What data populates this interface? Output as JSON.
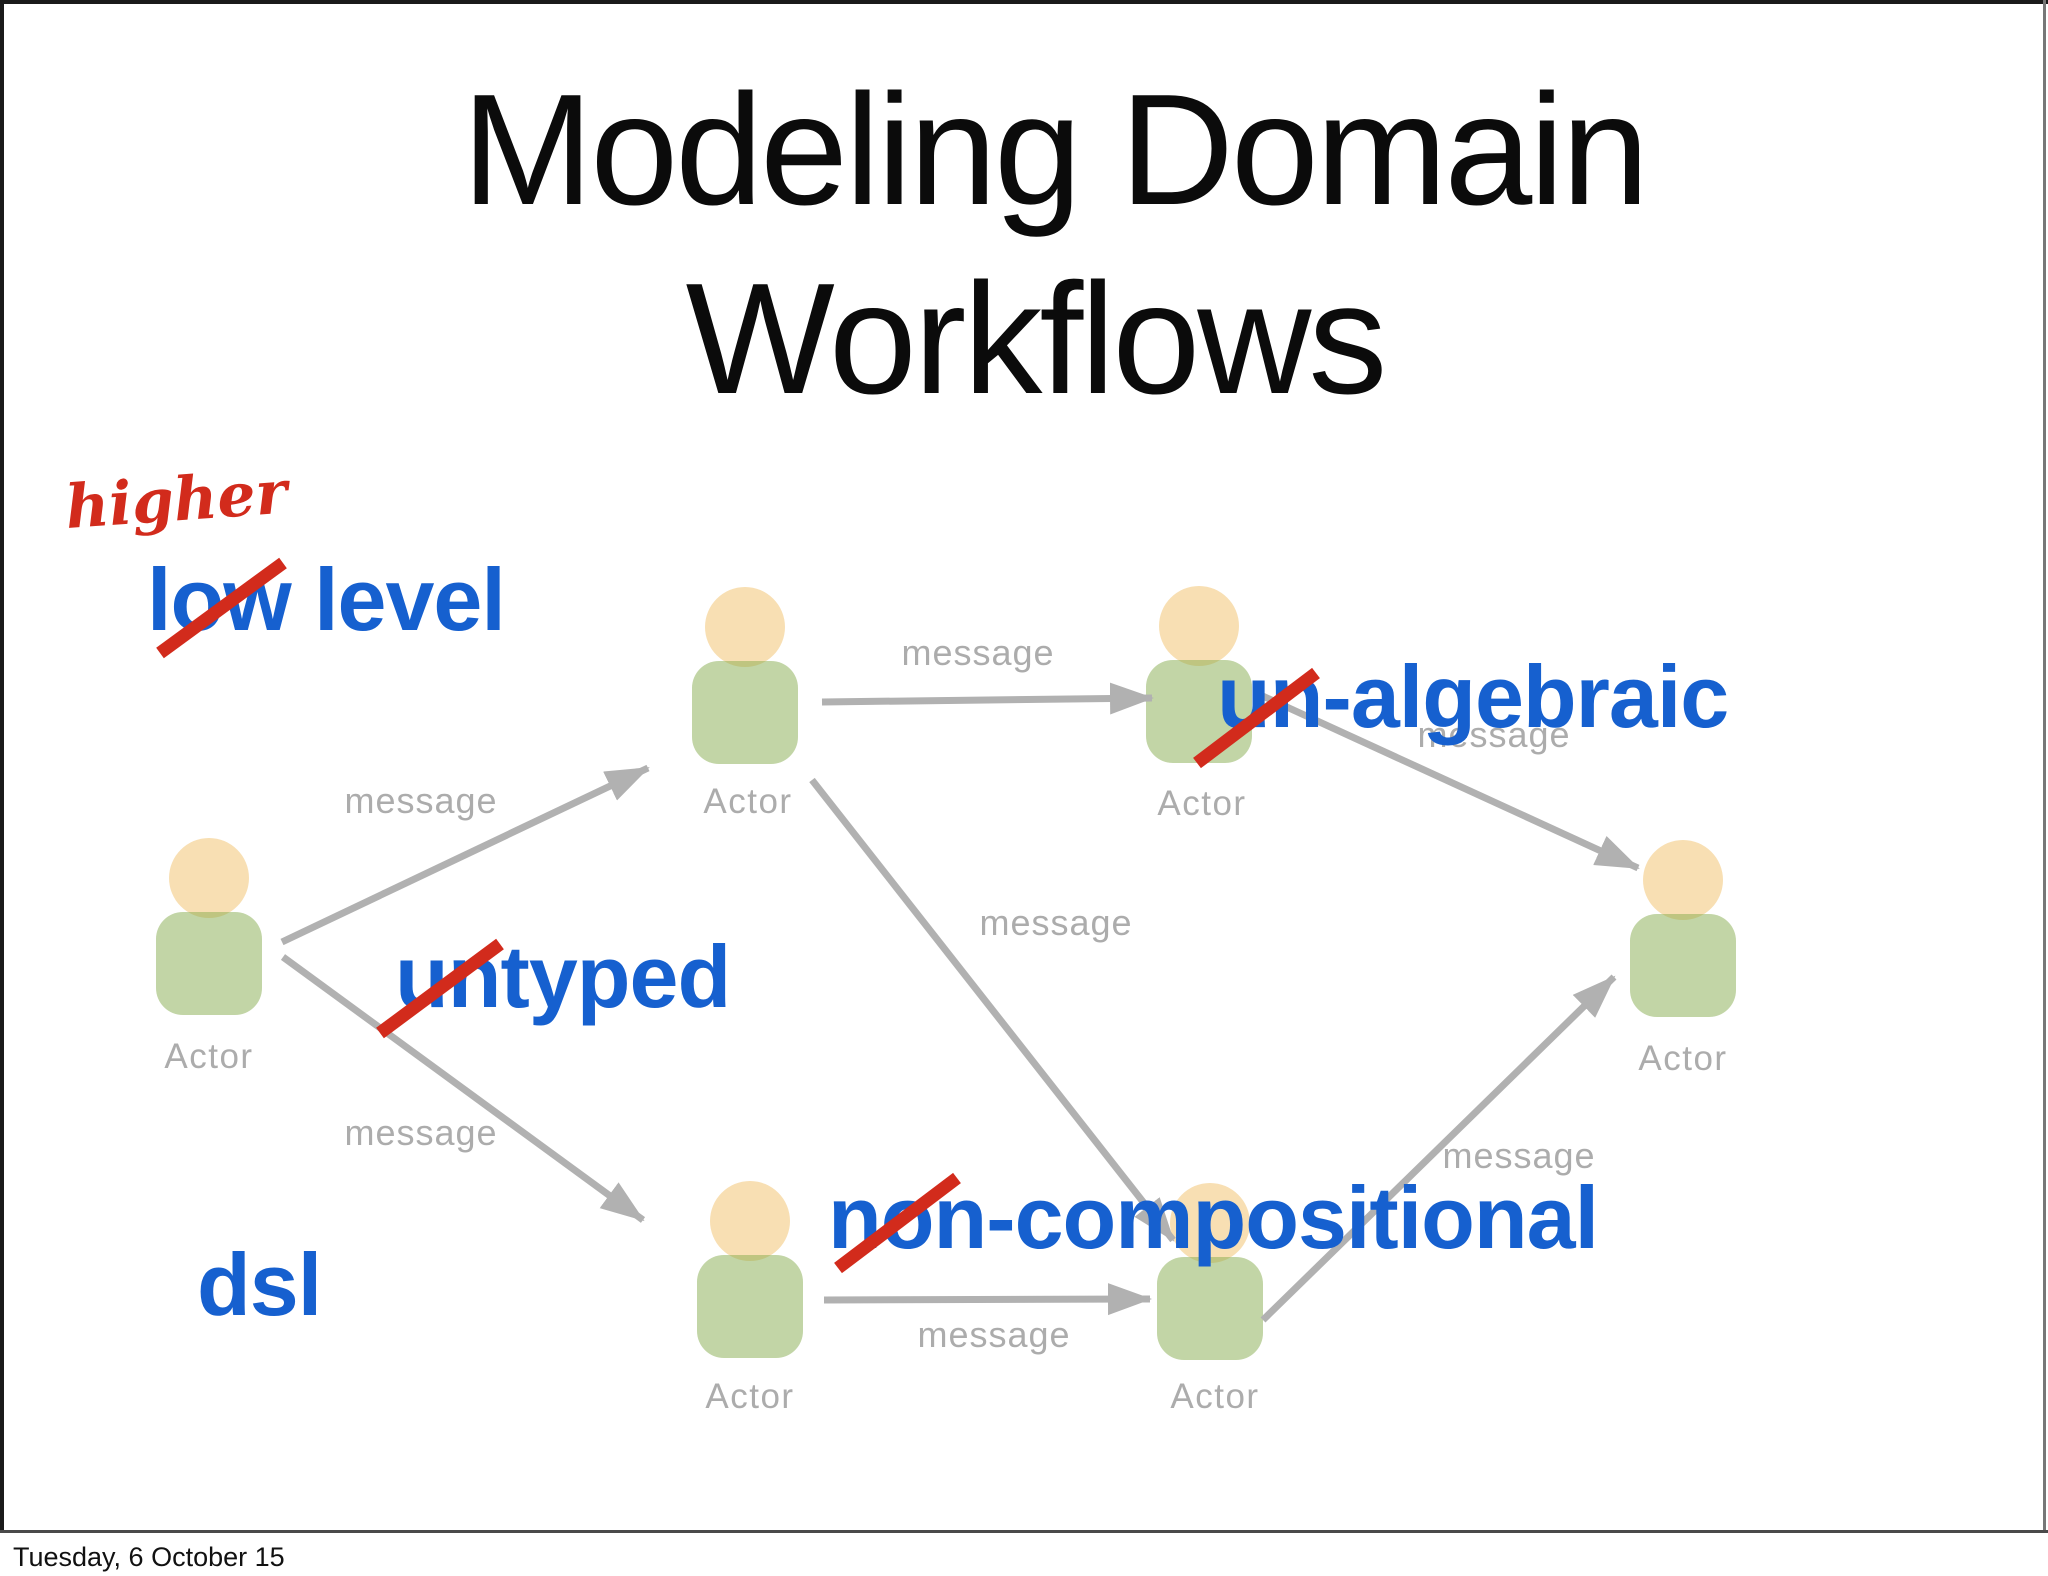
{
  "slide": {
    "title": {
      "line1": "Modeling Domain",
      "line2": "Workflows"
    },
    "handwritten_note": "higher",
    "annotations": {
      "low_level": "low level",
      "untyped": "untyped",
      "un_algebraic": "un-algebraic",
      "non_compositional": "non-compositional",
      "dsl": "dsl"
    },
    "diagram": {
      "actor_label": "Actor",
      "message_label": "message"
    },
    "footer": {
      "date": "Tuesday, 6 October 15"
    },
    "colors": {
      "title_black": "#0b0b0b",
      "annotation_blue": "#1660cf",
      "strike_red": "#d22b1c",
      "arrow_gray": "#b1b1b1",
      "label_gray": "#acacac",
      "actor_head": "#f8dfb3",
      "actor_body": "#85ab4e",
      "border_dark": "#1a1a1a",
      "separator_gray": "#4a4a4a",
      "footer_text": "#111111"
    }
  }
}
